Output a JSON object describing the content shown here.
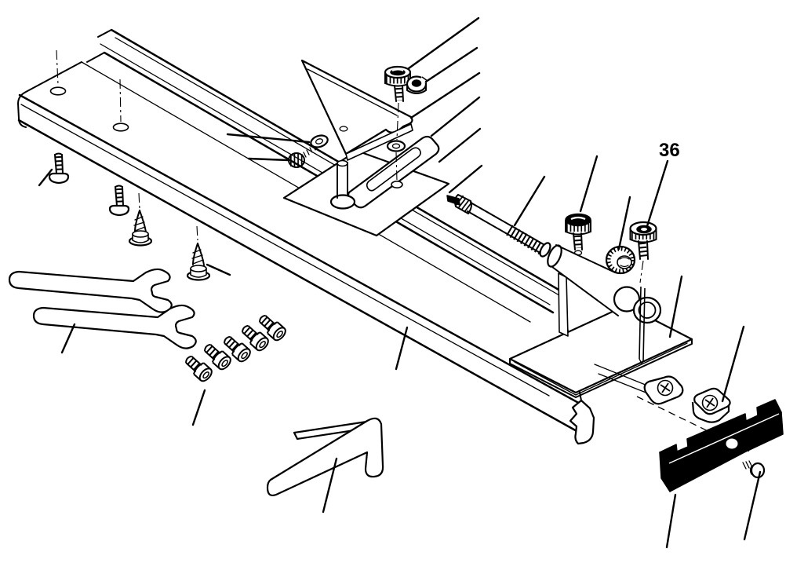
{
  "diagram": {
    "kind": "exploded-parts-line-drawing",
    "background_color": "#ffffff",
    "line_color": "#000000",
    "stop_block_fill": "#000000",
    "callout": {
      "label": "36"
    },
    "parts": [
      "guide rail with T-slot track",
      "rail mounting holes",
      "triangular support bracket",
      "slotted adjustment bar",
      "base plate",
      "locating pin",
      "knurled thumbscrew",
      "flange nut",
      "flat washer",
      "knurled track screw with washer",
      "machine screw",
      "machine screw",
      "self-tapping screw",
      "self-tapping screw",
      "open-end wrench",
      "open-end wrench",
      "socket-head cap screws",
      "angled flat bar",
      "threaded depth rod",
      "clamp barrel",
      "knurled round nut",
      "knurled thumbscrew small",
      "knurled screw item 36",
      "slide plate",
      "catch lug with phillips screw",
      "square flange nut",
      "end stop block",
      "stop block screw"
    ]
  }
}
